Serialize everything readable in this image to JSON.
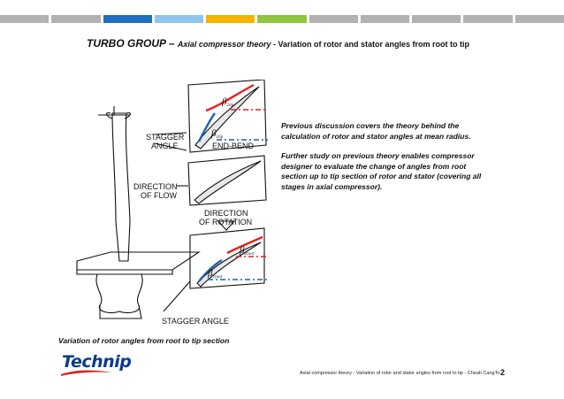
{
  "colors": {
    "topbar": [
      "#b2b2b2",
      "#b2b2b2",
      "#1f6fc1",
      "#8ec5ec",
      "#f4b400",
      "#8dc63f",
      "#b2b2b2",
      "#b2b2b2",
      "#b2b2b2",
      "#b2b2b2",
      "#b2b2b2"
    ],
    "rotor_tip": "#e4211b",
    "rotor_root": "#1f5fb0",
    "brand_blue": "#0b3c8c",
    "brand_red": "#d9261c"
  },
  "header": {
    "title_main": "TURBO GROUP – ",
    "title_italic": "Axial compressor theory",
    "title_rest": " - Variation of rotor and stator angles from root to tip"
  },
  "figure": {
    "stagger_angle_top_1": "STAGGER",
    "stagger_angle_top_2": "ANGLE",
    "end_bend": "END-BEND",
    "direction_of_flow_1": "DIRECTION",
    "direction_of_flow_2": "OF FLOW",
    "direction_of_rotation_1": "DIRECTION",
    "direction_of_rotation_2": "OF ROTATION",
    "stagger_angle_bottom": "STAGGER ANGLE",
    "beta_symbol": "β",
    "beta_2tip": "2tip",
    "beta_2root": "2root",
    "beta_1tip": "1tip",
    "beta_1root": "1root"
  },
  "body": {
    "paragraph_1": "Previous discussion covers the theory behind the calculation of rotor and stator angles at mean radius.",
    "paragraph_2": "Further study on previous theory enables compressor designer to evaluate the change of angles from root section up to tip section of rotor and stator (covering all stages in axial compressor)."
  },
  "caption": "Variation of rotor angles from root to tip section",
  "logo": {
    "text": "Technip"
  },
  "footer": {
    "text": "Axial compressor theory - Variation of rotor and stator angles from root to tip - Cheah CangTo",
    "page_number": "2"
  }
}
